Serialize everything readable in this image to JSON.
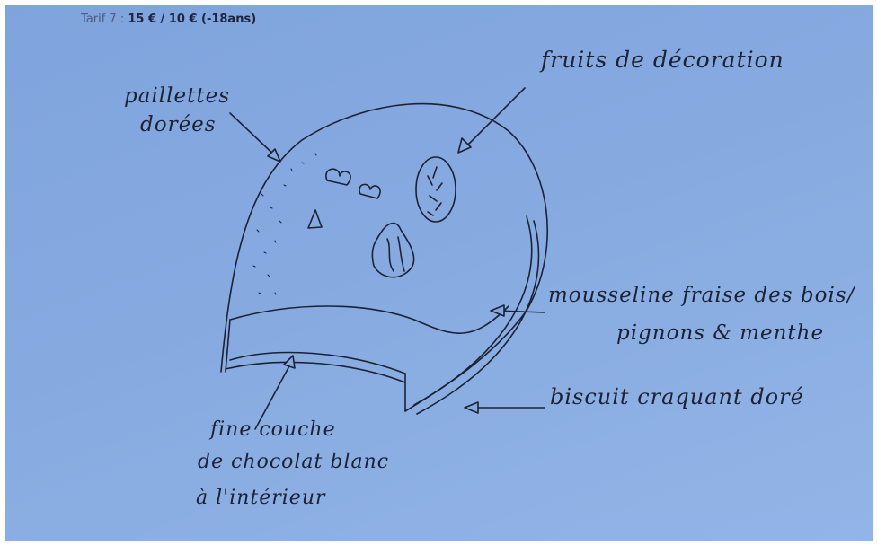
{
  "header": {
    "tarif_label": "Tarif 7 :",
    "tarif_price": "15 € / 10 € (-18ans)"
  },
  "annotations": {
    "paillettes_line1": "paillettes",
    "paillettes_line2": "dorées",
    "fruits": "fruits de décoration",
    "mousseline_line1": "mousseline fraise des bois/",
    "mousseline_line2": "pignons & menthe",
    "biscuit": "biscuit craquant doré",
    "chocolat_line1": "fine couche",
    "chocolat_line2": "de chocolat blanc",
    "chocolat_line3": "à l'intérieur"
  },
  "colors": {
    "paper": "#86aae0",
    "ink": "#1b2235"
  }
}
